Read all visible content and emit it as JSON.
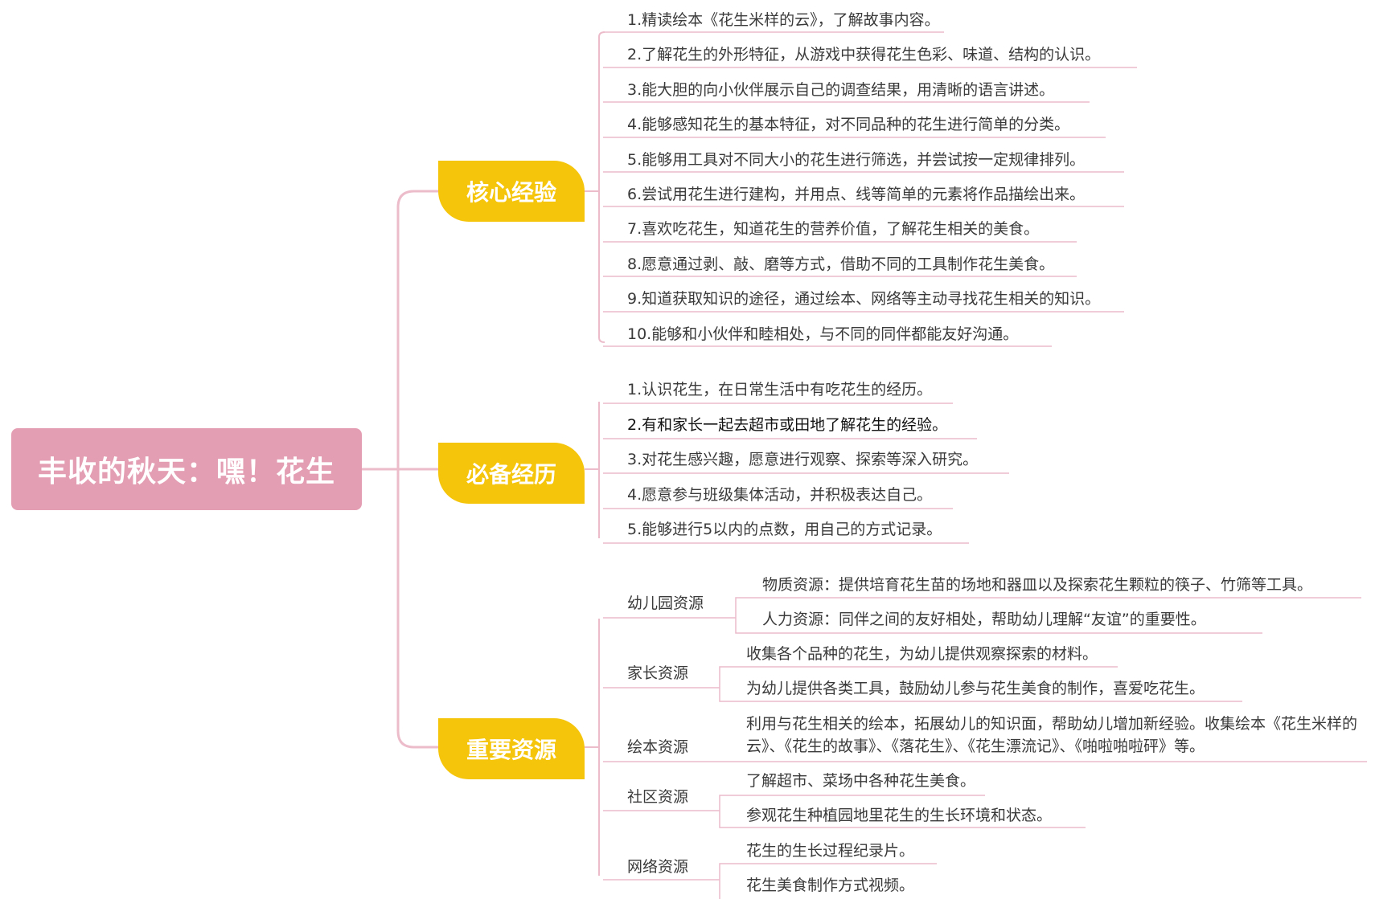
{
  "root": {
    "label": "丰收的秋天：嘿！花生"
  },
  "branches": {
    "core": {
      "label": "核心经验",
      "items": [
        "1.精读绘本《花生米样的云》，了解故事内容。",
        "2.了解花生的外形特征，从游戏中获得花生色彩、味道、结构的认识。",
        "3.能大胆的向小伙伴展示自己的调查结果，用清晰的语言讲述。",
        "4.能够感知花生的基本特征，对不同品种的花生进行简单的分类。",
        "5.能够用工具对不同大小的花生进行筛选，并尝试按一定规律排列。",
        "6.尝试用花生进行建构，并用点、线等简单的元素将作品描绘出来。",
        "7.喜欢吃花生，知道花生的营养价值，了解花生相关的美食。",
        "8.愿意通过剥、敲、磨等方式，借助不同的工具制作花生美食。",
        "9.知道获取知识的途径，通过绘本、网络等主动寻找花生相关的知识。",
        "10.能够和小伙伴和睦相处，与不同的同伴都能友好沟通。"
      ]
    },
    "experience": {
      "label": "必备经历",
      "items": [
        "1.认识花生，在日常生活中有吃花生的经历。",
        "2.有和家长一起去超市或田地了解花生的经验。",
        "3.对花生感兴趣，愿意进行观察、探索等深入研究。",
        "4.愿意参与班级集体活动，并积极表达自己。",
        "5.能够进行5以内的点数，用自己的方式记录。"
      ]
    },
    "resources": {
      "label": "重要资源",
      "groups": [
        {
          "label": "幼儿园资源",
          "items": [
            "物质资源：提供培育花生苗的场地和器皿以及探索花生颗粒的筷子、竹筛等工具。",
            "人力资源：同伴之间的友好相处，帮助幼儿理解“友谊”的重要性。"
          ]
        },
        {
          "label": "家长资源",
          "items": [
            "收集各个品种的花生，为幼儿提供观察探索的材料。",
            "为幼儿提供各类工具，鼓励幼儿参与花生美食的制作，喜爱吃花生。"
          ]
        },
        {
          "label": "绘本资源",
          "items": [
            "利用与花生相关的绘本，拓展幼儿的知识面，帮助幼儿增加新经验。收集绘本《花生米样的云》、《花生的故事》、《落花生》、《花生漂流记》、《啪啦啪啦砰》等。"
          ]
        },
        {
          "label": "社区资源",
          "items": [
            "了解超市、菜场中各种花生美食。",
            "参观花生种植园地里花生的生长环境和状态。"
          ]
        },
        {
          "label": "网络资源",
          "items": [
            "花生的生长过程纪录片。",
            "花生美食制作方式视频。"
          ]
        }
      ]
    }
  },
  "colors": {
    "root_fill": "#e49eb3",
    "branch_fill": "#f5c50c",
    "connector": "#ecbccb"
  }
}
